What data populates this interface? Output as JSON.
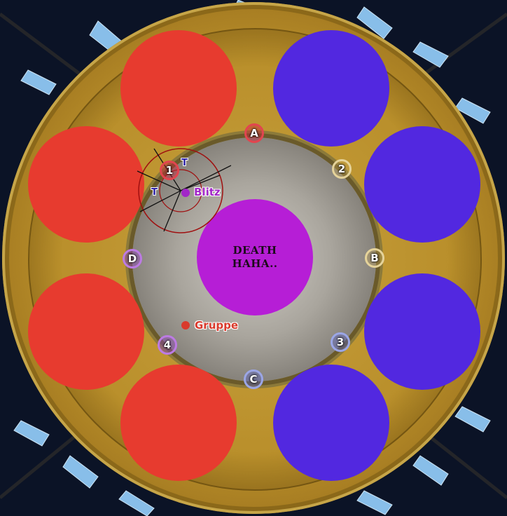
{
  "center": {
    "line1": "DEATH",
    "line2": "HAHA.."
  },
  "waymarks": {
    "A": "A",
    "B": "B",
    "C": "C",
    "D": "D",
    "one": "1",
    "two": "2",
    "three": "3",
    "four": "4"
  },
  "labels": {
    "blitz": "Blitz",
    "gruppe": "Gruppe",
    "tank": "T"
  },
  "colors": {
    "red": "#e73b2f",
    "blue": "#5228e0",
    "center": "#b61ed6",
    "blitz": "#a226c8",
    "gruppe": "#d93a2c",
    "arena_gold": "#c9a23e"
  },
  "icons": {
    "crystals": "ice-crystal-icon",
    "chains": "chain-icon",
    "clock": "clock-diagram-icon"
  }
}
